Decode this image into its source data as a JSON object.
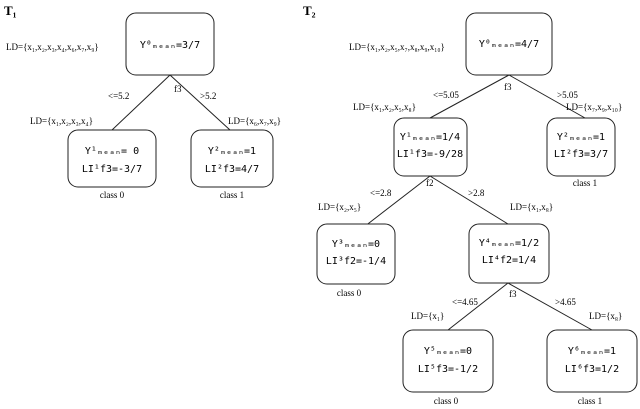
{
  "trees": [
    {
      "title": "T₁",
      "root": {
        "ld": "LD={x₁,x₂,x₃,x₄,x₆,x₇,x₉}",
        "line1": "Y⁰ₘₑₐₙ=3/7",
        "split": "f3"
      },
      "left_edge": "<=5.2",
      "right_edge": ">5.2",
      "left": {
        "ld": "LD={x₁,x₂,x₃,x₄}",
        "line1": "Y¹ₘₑₐₙ= 0",
        "line2": "LI¹f3=-3/7",
        "class": "class 0"
      },
      "right": {
        "ld": "LD={x₆,x₇,x₉}",
        "line1": "Y²ₘₑₐₙ=1",
        "line2": "LI²f3=4/7",
        "class": "class 1"
      }
    },
    {
      "title": "T₂",
      "root": {
        "ld": "LD={x₁,x₂,x₅,x₇,x₈,x₉,x₁₀}",
        "line1": "Y⁰ₘₑₐₙ=4/7",
        "split": "f3"
      },
      "edges": {
        "root_left": "<=5.05",
        "root_right": ">5.05",
        "n1_left": "<=2.8",
        "n1_right": ">2.8",
        "n4_left": "<=4.65",
        "n4_right": ">4.65"
      },
      "n1": {
        "ld": "LD={x₁,x₂,x₅,x₈}",
        "line1": "Y¹ₘₑₐₙ=1/4",
        "line2": "LI¹f3=-9/28",
        "split": "f2"
      },
      "n2": {
        "ld": "LD={x₇,x₉,x₁₀}",
        "line1": "Y²ₘₑₐₙ=1",
        "line2": "LI²f3=3/7",
        "class": "class 1"
      },
      "n3": {
        "ld": "LD={x₂,x₅}",
        "line1": "Y³ₘₑₐₙ=0",
        "line2": "LI³f2=-1/4",
        "class": "class 0"
      },
      "n4": {
        "ld": "LD={x₁,x₈}",
        "line1": "Y⁴ₘₑₐₙ=1/2",
        "line2": "LI⁴f2=1/4",
        "split": "f3"
      },
      "n5": {
        "ld": "LD={x₁}",
        "line1": "Y⁵ₘₑₐₙ=0",
        "line2": "LI⁵f3=-1/2",
        "class": "class 0"
      },
      "n6": {
        "ld": "LD={x₈}",
        "line1": "Y⁶ₘₑₐₙ=1",
        "line2": "LI⁶f3=1/2",
        "class": "class 1"
      }
    }
  ]
}
